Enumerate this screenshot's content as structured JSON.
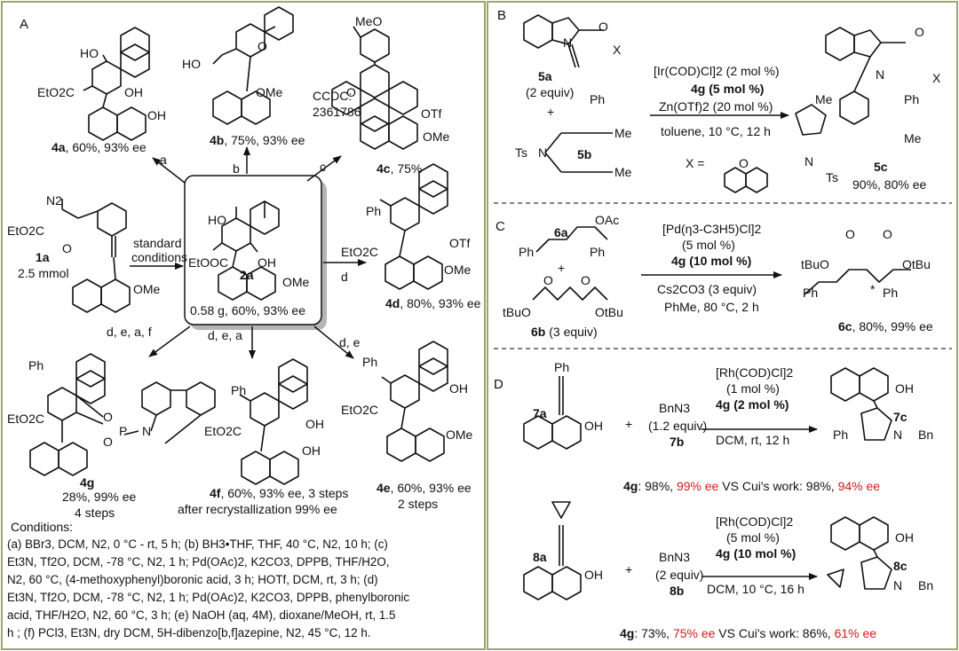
{
  "panels": {
    "A": {
      "letter": "A",
      "products": {
        "4a": {
          "id": "4a",
          "yield": ", 60%, 93% ee"
        },
        "4b": {
          "id": "4b",
          "yield": ", 75%, 93% ee"
        },
        "4c": {
          "id": "4c",
          "yield": ", 75%",
          "ccdc_line1": "CCDC:",
          "ccdc_line2": "2361786"
        },
        "4d": {
          "id": "4d",
          "yield": ", 80%, 93% ee"
        },
        "4e": {
          "id": "4e",
          "yield": ", 60%, 93% ee",
          "steps": "2 steps"
        },
        "4f": {
          "id": "4f",
          "yield": ", 60%, 93% ee, 3 steps",
          "note": "after recrystallization 99% ee"
        },
        "4g": {
          "id": "4g",
          "yield": "28%, 99% ee",
          "steps": "4 steps"
        }
      },
      "start": {
        "id": "1a",
        "amount": "2.5 mmol",
        "arrow_top": "standard",
        "arrow_bottom": "conditions"
      },
      "center": {
        "id": "2a",
        "yield": "0.58 g, 60%, 93% ee"
      },
      "arrow_labels": {
        "a": "a",
        "b": "b",
        "c": "c",
        "d": "d",
        "de": "d, e",
        "dea": "d, e, a",
        "deaf": "d, e, a, f"
      },
      "groups": {
        "ho": "HO",
        "oh": "OH",
        "o": "O",
        "ome": "OMe",
        "otf": "OTf",
        "ph": "Ph",
        "meo": "MeO",
        "eto2c": "EtO2C",
        "eooc": "EtOOC",
        "n2": "N2",
        "p": "P",
        "n": "N"
      },
      "conditions": {
        "title": "Conditions:",
        "lines": [
          "(a) BBr3, DCM, N2, 0 °C - rt, 5 h; (b) BH3•THF, THF, 40 °C, N2, 10 h; (c)",
          "Et3N, Tf2O, DCM, -78 °C, N2, 1 h; Pd(OAc)2, K2CO3, DPPB, THF/H2O,",
          "N2, 60 °C, (4-methoxyphenyl)boronic acid, 3 h; HOTf, DCM, rt, 3 h; (d)",
          "Et3N, Tf2O, DCM, -78 °C, N2, 1 h; Pd(OAc)2, K2CO3, DPPB, phenylboronic",
          "acid, THF/H2O, N2, 60 °C, 3 h; (e) NaOH (aq, 4M), dioxane/MeOH, rt, 1.5",
          "h ; (f) PCl3, Et3N, dry DCM, 5H-dibenzo[b,f]azepine, N2, 45 °C, 12 h."
        ]
      }
    },
    "B": {
      "letter": "B",
      "sub_a": {
        "id": "5a",
        "equiv": "(2 equiv)"
      },
      "sub_b": {
        "id": "5b"
      },
      "conditions": [
        "[Ir(COD)Cl]2 (2 mol %)",
        "4g (5 mol %)",
        "Zn(OTf)2 (20 mol %)",
        "toluene, 10 °C, 12 h"
      ],
      "x_def": "X =",
      "product": {
        "id": "5c",
        "yield": "90%, 80% ee"
      },
      "groups": {
        "x": "X",
        "n": "N",
        "o": "O",
        "ph": "Ph",
        "me": "Me",
        "ts": "Ts"
      }
    },
    "C": {
      "letter": "C",
      "sub_a": {
        "id": "6a"
      },
      "sub_b": {
        "id": "6b",
        "equiv": "(3 equiv)"
      },
      "conditions": [
        "[Pd(η3-C3H5)Cl]2",
        "(5 mol %)",
        "4g (10 mol %)",
        "Cs2CO3 (3 equiv)",
        "PhMe, 80 °C, 2 h"
      ],
      "product": {
        "id": "6c",
        "yield": ", 80%, 99% ee"
      },
      "groups": {
        "oac": "OAc",
        "ph": "Ph",
        "o": "O",
        "tbuo": "tBuO",
        "otbu": "OtBu",
        "star": "*"
      }
    },
    "D": {
      "letter": "D",
      "row1": {
        "sub_a": {
          "id": "7a"
        },
        "sub_b": {
          "formula": "BnN3",
          "equiv": "(1.2 equiv)",
          "id": "7b"
        },
        "conditions": [
          "[Rh(COD)Cl]2",
          "(1 mol %)",
          "4g (2 mol %)",
          "DCM, rt, 12 h"
        ],
        "product": {
          "id": "7c"
        },
        "result": {
          "prefix": "4g",
          "a": ": 98%, ",
          "ee_a": "99% ee",
          "mid": " VS Cui's work: 98%, ",
          "ee_b": "94% ee"
        }
      },
      "row2": {
        "sub_a": {
          "id": "8a"
        },
        "sub_b": {
          "formula": "BnN3",
          "equiv": "(2 equiv)",
          "id": "8b"
        },
        "conditions": [
          "[Rh(COD)Cl]2",
          "(5 mol %)",
          "4g (10 mol %)",
          "DCM, 10 °C, 16 h"
        ],
        "product": {
          "id": "8c"
        },
        "result": {
          "prefix": "4g",
          "a": ": 73%, ",
          "ee_a": "75% ee",
          "mid": " VS Cui's work: 86%, ",
          "ee_b": "61% ee"
        }
      },
      "groups": {
        "ph": "Ph",
        "oh": "OH",
        "n": "N",
        "bn": "Bn",
        "plus": "+"
      }
    }
  },
  "colors": {
    "frame": "#9aa86a",
    "red": "#d11a1a",
    "ink": "#111111",
    "shadow": "#b5b5b5",
    "divider": "#555555"
  }
}
